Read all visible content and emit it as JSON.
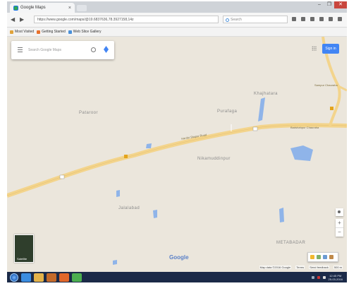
{
  "browser": {
    "tab_title": "Google Maps",
    "tab_close": "×",
    "window_controls": [
      "–",
      "❐",
      "✕"
    ],
    "url": "https://www.google.com/maps/@19.6837636,78.3927158,14z",
    "search_placeholder": "Search",
    "bookmarks": [
      {
        "label": "Most Visited",
        "icon_color": "#e0a33a"
      },
      {
        "label": "Getting Started",
        "icon_color": "#e8712c"
      },
      {
        "label": "Web Slice Gallery",
        "icon_color": "#4a90d9"
      }
    ]
  },
  "map": {
    "search_placeholder": "Search Google Maps",
    "signin_label": "Sign in",
    "logo_text": "Google",
    "satellite_label": "Satellite",
    "zoom_in": "+",
    "zoom_out": "−",
    "places": {
      "pataroor": "Pataroor",
      "khajhatara": "Khajhatara",
      "purafaga": "Purafaga",
      "nikamuddinpur": "Nikamuddinpur",
      "jalalabad": "Jalalabad",
      "metabadar": "METABADAR",
      "sampur_chauraha": "Sampur Chauraha",
      "road_name": "Hardoi Sitapur Road",
      "right_road": "Badshahpur Chauraha"
    },
    "road_color": "#f3d48c",
    "water_color": "#8fb4e9",
    "land_color": "#ebe6dc",
    "footer": [
      "Map data ©2016 Google",
      "Terms",
      "Send feedback",
      "500 m"
    ]
  },
  "taskbar": {
    "items": [
      {
        "name": "ie",
        "color": "#3b8de0"
      },
      {
        "name": "folder",
        "color": "#e4b34a"
      },
      {
        "name": "media",
        "color": "#c46a2a"
      },
      {
        "name": "firefox",
        "color": "#e0672a"
      },
      {
        "name": "chrome",
        "color": "#4caf50"
      }
    ],
    "clock_time": "12:45 PM",
    "clock_date": "25-03-2016"
  }
}
